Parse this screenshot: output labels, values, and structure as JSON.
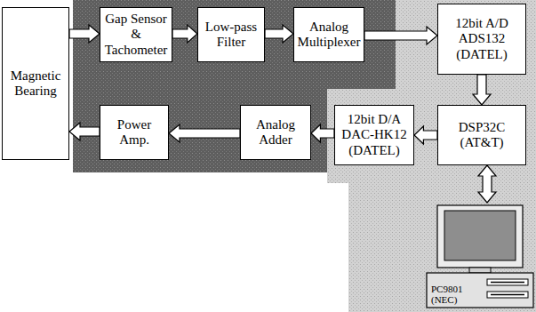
{
  "diagram": {
    "nodes": [
      {
        "text": [
          "Magnetic Bearing"
        ]
      },
      {
        "text": [
          "Gap Sensor & Tachometer"
        ]
      },
      {
        "text": [
          "Low-pass Filter"
        ]
      },
      {
        "text": [
          "Analog Multiplexer"
        ]
      },
      {
        "text": [
          "12bit A/D ADS132 (DATEL)"
        ]
      },
      {
        "text": [
          "Power Amp."
        ]
      },
      {
        "text": [
          "Analog Adder"
        ]
      },
      {
        "text": [
          "12bit D/A DAC-HK12 (DATEL)"
        ]
      },
      {
        "text": [
          "DSP32C (AT&T)"
        ]
      },
      {
        "text": [
          "PC9801 (NEC)"
        ]
      }
    ],
    "edges": [
      {
        "from": 0,
        "to": 1,
        "arrow": "to"
      },
      {
        "from": 1,
        "to": 2,
        "arrow": "to"
      },
      {
        "from": 2,
        "to": 3,
        "arrow": "to"
      },
      {
        "from": 3,
        "to": 4,
        "arrow": "to"
      },
      {
        "from": 4,
        "to": 8,
        "arrow": "to"
      },
      {
        "from": 8,
        "to": 7,
        "arrow": "to"
      },
      {
        "from": 7,
        "to": 6,
        "arrow": "to"
      },
      {
        "from": 6,
        "to": 5,
        "arrow": "to"
      },
      {
        "from": 5,
        "to": 0,
        "arrow": "to"
      },
      {
        "from": 8,
        "to": 9,
        "arrow": "both"
      }
    ]
  }
}
